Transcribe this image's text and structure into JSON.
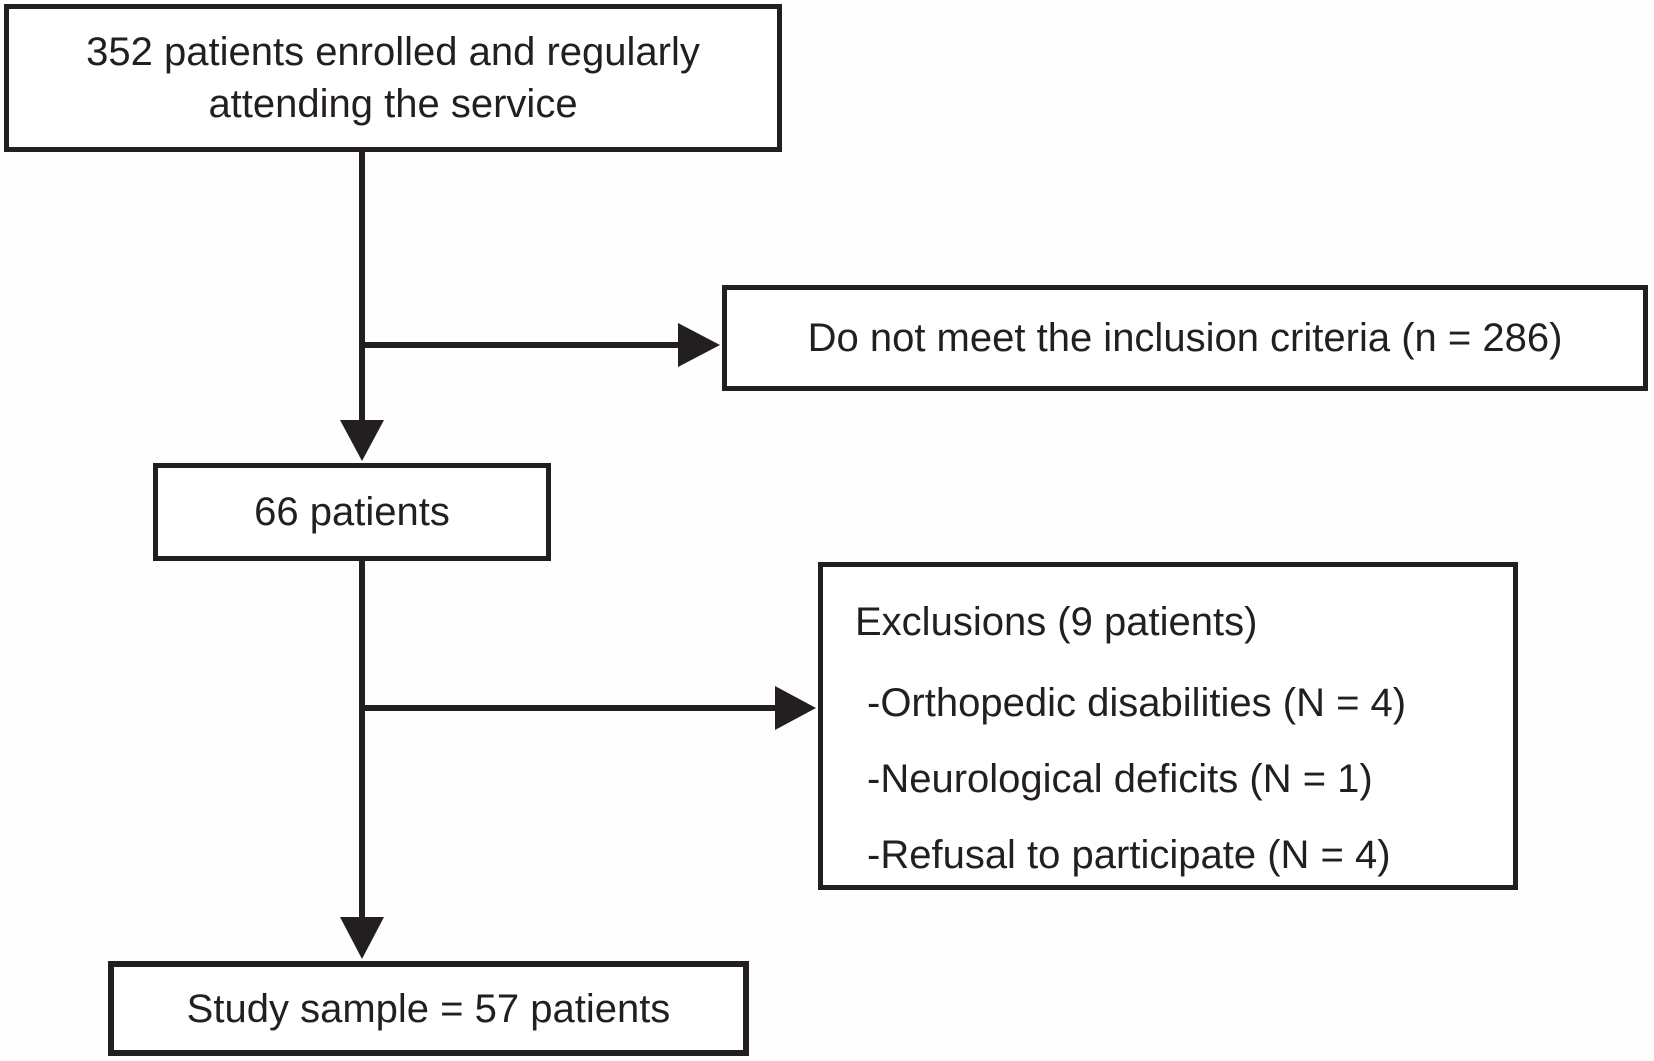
{
  "diagram": {
    "boxes": {
      "enrolled": {
        "text": "352 patients enrolled and regularly attending the service"
      },
      "not_meeting": {
        "text": "Do not meet the inclusion criteria (n = 286)"
      },
      "interim": {
        "text": "66 patients"
      },
      "exclusions": {
        "title": "Exclusions (9 patients)",
        "items": [
          "-Orthopedic disabilities (N = 4)",
          "-Neurological deficits (N = 1)",
          "-Refusal to participate (N = 4)"
        ]
      },
      "study_sample": {
        "text": "Study sample = 57 patients"
      }
    },
    "connectors": [
      {
        "from": "enrolled",
        "to": "not_meeting",
        "type": "arrow-right"
      },
      {
        "from": "enrolled",
        "to": "interim",
        "type": "arrow-down"
      },
      {
        "from": "interim",
        "to": "exclusions",
        "type": "arrow-right"
      },
      {
        "from": "interim",
        "to": "study_sample",
        "type": "arrow-down"
      }
    ],
    "colors": {
      "ink": "#231f20",
      "background": "#ffffff"
    }
  }
}
